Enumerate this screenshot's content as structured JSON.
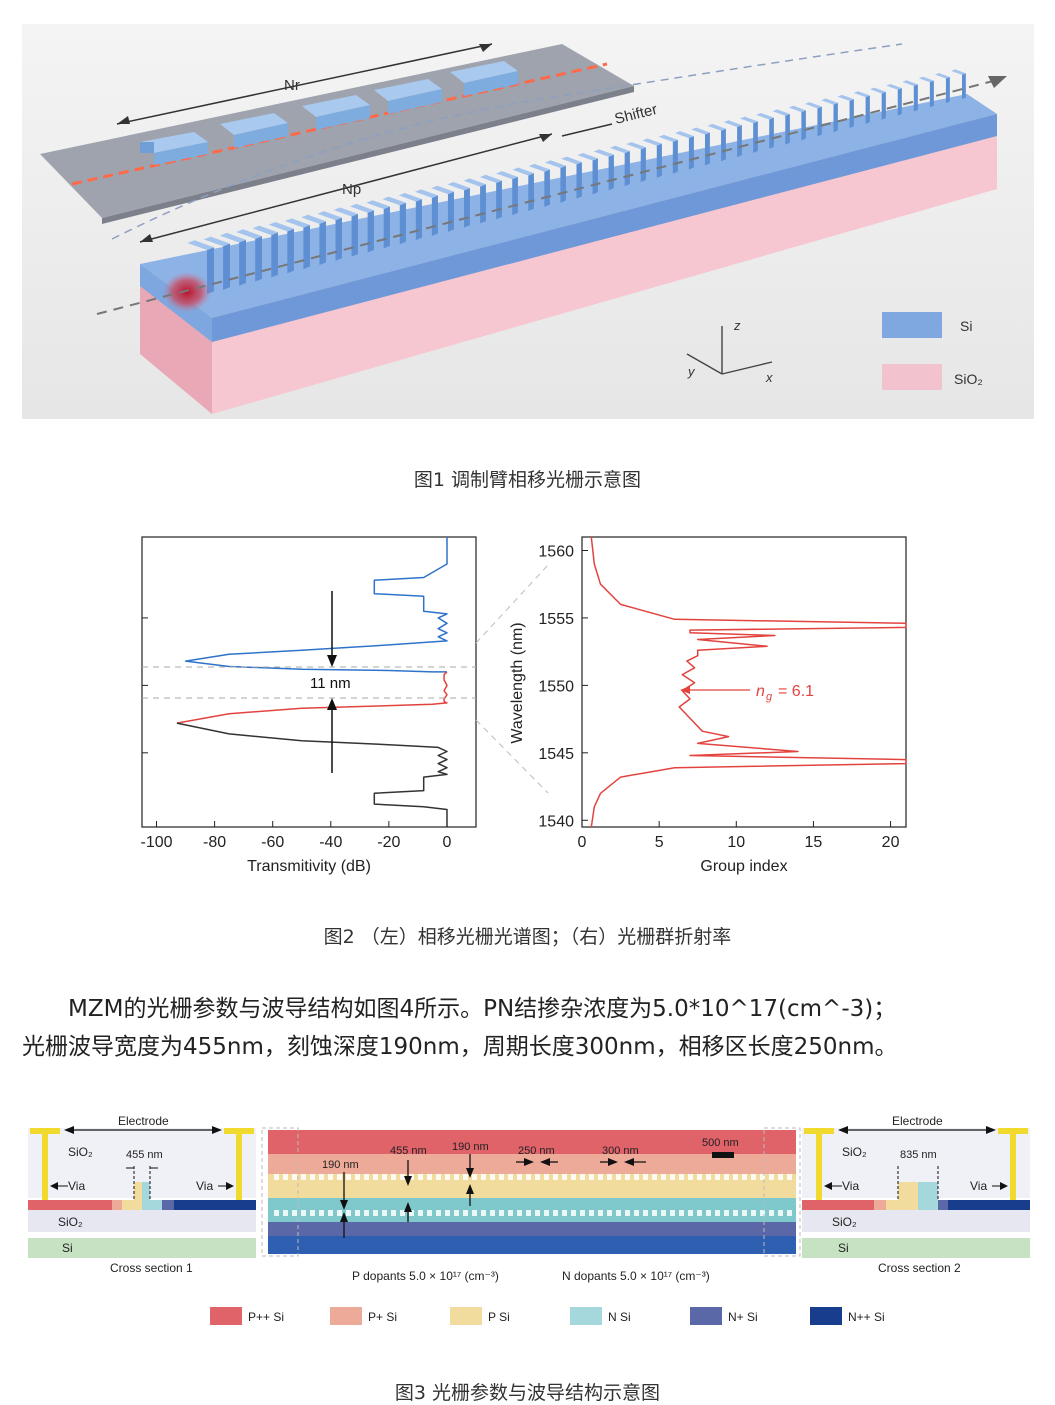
{
  "figure1": {
    "caption": "图1 调制臂相移光栅示意图",
    "labels": {
      "nr": "Nr",
      "np": "Np",
      "shifter": "Shifter",
      "z": "z",
      "y": "y",
      "x": "x"
    },
    "legend": [
      {
        "label": "Si",
        "color": "#7fa8e0"
      },
      {
        "label": "SiO₂",
        "color": "#f3c2cf"
      }
    ]
  },
  "figure2": {
    "caption": "图2 （左）相移光栅光谱图；（右）光栅群折射率",
    "annotation_width": "11 nm",
    "annotation_ng": "= 6.1",
    "annotation_ng_symbol": "n",
    "annotation_ng_sub": "g"
  },
  "paragraph": {
    "line1": "MZM的光栅参数与波导结构如图4所示。PN结掺杂浓度为5.0*10^17(cm^-3)；",
    "line2": "光栅波导宽度为455nm，刻蚀深度190nm，周期长度300nm，相移区长度250nm。"
  },
  "figure3": {
    "caption": "图3 光栅参数与波导结构示意图",
    "left": {
      "electrode": "Electrode",
      "sio2_top": "SiO₂",
      "width": "455 nm",
      "via_l": "Via",
      "via_r": "Via",
      "sio2": "SiO₂",
      "si": "Si",
      "title": "Cross section 1"
    },
    "right": {
      "electrode": "Electrode",
      "sio2_top": "SiO₂",
      "width": "835 nm",
      "via_l": "Via",
      "via_r": "Via",
      "sio2": "SiO₂",
      "si": "Si",
      "title": "Cross section 2"
    },
    "middle": {
      "d190a": "190 nm",
      "d455": "455 nm",
      "d190b": "190 nm",
      "d250": "250 nm",
      "d300": "300 nm",
      "scale": "500 nm",
      "p_dopants": "P dopants 5.0 × 10¹⁷ (cm⁻³)",
      "n_dopants": "N dopants 5.0 × 10¹⁷ (cm⁻³)"
    },
    "legend": [
      {
        "label": "P++ Si",
        "color": "#e0636a"
      },
      {
        "label": "P+ Si",
        "color": "#eeaa98"
      },
      {
        "label": "P Si",
        "color": "#f1dc9e"
      },
      {
        "label": "N Si",
        "color": "#a4d8dc"
      },
      {
        "label": "N+ Si",
        "color": "#5a68a8"
      },
      {
        "label": "N++ Si",
        "color": "#173d8c"
      }
    ]
  },
  "chart_data": [
    {
      "type": "line",
      "xlabel": "Transmitivity (dB)",
      "ylabel": "",
      "xlim": [
        -105,
        10
      ],
      "ylim": [
        1539.5,
        1561
      ],
      "xticks": [
        "-100",
        "-80",
        "-60",
        "-40",
        "-20",
        "0"
      ],
      "series": [
        {
          "color": "#2f73c9",
          "x": [
            0,
            0,
            -8,
            -25,
            -25,
            -8,
            -8,
            0,
            -3,
            0,
            -3,
            0,
            -3,
            0,
            -20,
            -50,
            -75,
            -90,
            -75,
            -50,
            -20,
            -5,
            -1,
            0
          ],
          "y": [
            1561,
            1559,
            1558,
            1557.8,
            1556.8,
            1556.6,
            1555.5,
            1555.3,
            1555,
            1554.6,
            1554.2,
            1553.9,
            1553.6,
            1553.3,
            1553.0,
            1552.6,
            1552.3,
            1551.8,
            1551.4,
            1551.2,
            1551.1,
            1551.0,
            1551.0,
            1551.0
          ]
        },
        {
          "color": "#e3433f",
          "x": [
            0,
            -1,
            -1,
            0,
            -1,
            0,
            -1,
            -1,
            0,
            -5,
            -20,
            -50,
            -75,
            -93
          ],
          "y": [
            1551.0,
            1550.8,
            1550.4,
            1550.0,
            1549.6,
            1549.3,
            1549.0,
            1548.8,
            1548.7,
            1548.6,
            1548.5,
            1548.3,
            1547.9,
            1547.2
          ]
        },
        {
          "color": "#333333",
          "x": [
            -93,
            -75,
            -50,
            -20,
            -3,
            0,
            -3,
            0,
            -3,
            0,
            -3,
            0,
            -8,
            -8,
            -25,
            -25,
            -8,
            0,
            0
          ],
          "y": [
            1547.2,
            1546.4,
            1545.9,
            1545.6,
            1545.4,
            1545.1,
            1544.8,
            1544.5,
            1544.2,
            1543.9,
            1543.6,
            1543.4,
            1543.2,
            1542.2,
            1542.0,
            1541.2,
            1541.0,
            1540.8,
            1539.5
          ]
        }
      ]
    },
    {
      "type": "line",
      "xlabel": "Group index",
      "ylabel": "Wavelength (nm)",
      "xlim": [
        0,
        21
      ],
      "ylim": [
        1539.5,
        1561
      ],
      "xticks": [
        "0",
        "5",
        "10",
        "15",
        "20"
      ],
      "yticks": [
        "1540",
        "1545",
        "1550",
        "1555",
        "1560"
      ],
      "series": [
        {
          "color": "#e3433f",
          "x": [
            0.6,
            0.8,
            1.2,
            2.5,
            6,
            21,
            21,
            7,
            7,
            12.5,
            7.5,
            12,
            7.5,
            7.5,
            6.8,
            7.3,
            6.5,
            7.3,
            6.5,
            7.0,
            6.3,
            6.8,
            7.3,
            7.8,
            9.5,
            7.5,
            14,
            7,
            21,
            21,
            6,
            2.5,
            1.2,
            0.8,
            0.6
          ],
          "y": [
            1561,
            1559,
            1557.5,
            1556,
            1554.9,
            1554.6,
            1554.3,
            1554.1,
            1553.9,
            1553.7,
            1553.4,
            1552.9,
            1552.6,
            1552.2,
            1551.8,
            1551.3,
            1550.8,
            1550.2,
            1549.6,
            1549.0,
            1548.4,
            1547.8,
            1547.2,
            1546.6,
            1546.2,
            1545.7,
            1545.1,
            1544.8,
            1544.5,
            1544.2,
            1543.9,
            1543.2,
            1542,
            1541,
            1539.5
          ]
        }
      ]
    }
  ]
}
